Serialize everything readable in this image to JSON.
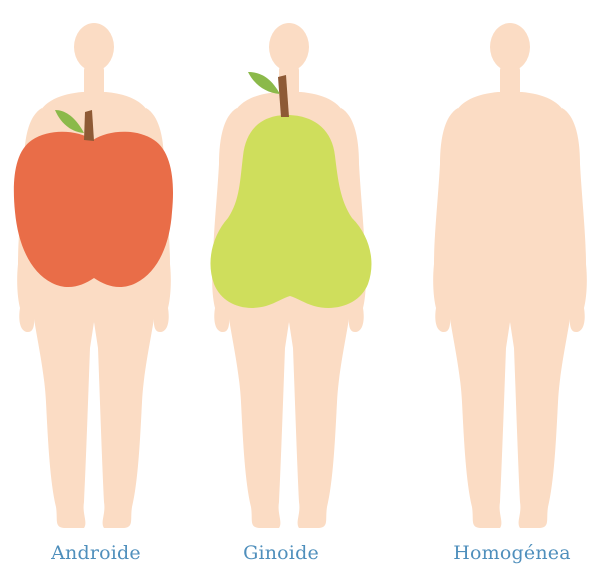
{
  "types": [
    {
      "label": "Androide",
      "fruit": "apple"
    },
    {
      "label": "Ginoide",
      "fruit": "pear"
    },
    {
      "label": "Homogénea",
      "fruit": "none"
    }
  ],
  "colors": {
    "body": "#fbdcc4",
    "apple": "#e96d48",
    "pear": "#cfde5c",
    "leaf": "#8bb94a",
    "stem": "#8e5a35",
    "label": "#4f8fbc"
  }
}
